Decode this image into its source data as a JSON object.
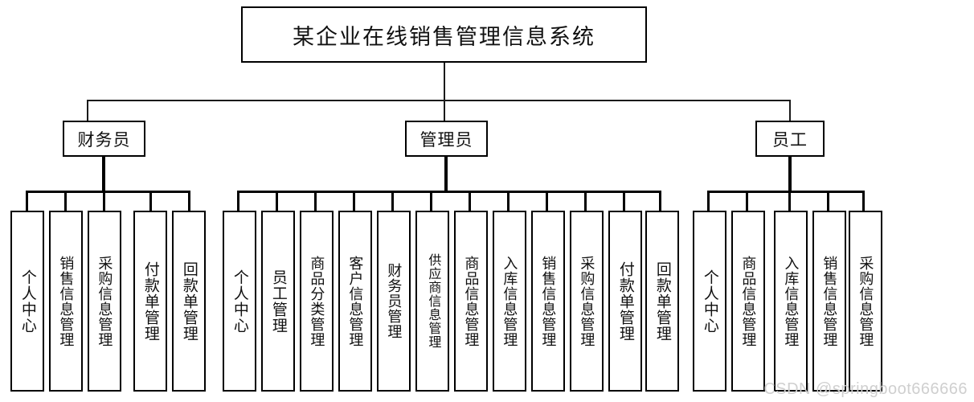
{
  "diagram": {
    "type": "organization-tree",
    "title_box": {
      "label": "某企业在线销售管理信息系统"
    },
    "roles": [
      {
        "id": "finance",
        "label": "财务员"
      },
      {
        "id": "admin",
        "label": "管理员"
      },
      {
        "id": "staff",
        "label": "员工"
      }
    ],
    "groups": [
      {
        "role": "财务员",
        "items": [
          "个人中心",
          "销售信息管理",
          "采购信息管理",
          "付款单管理",
          "回款单管理"
        ]
      },
      {
        "role": "管理员",
        "items": [
          "个人中心",
          "员工管理",
          "商品分类管理",
          "客户信息管理",
          "财务员管理",
          "供应商信息管理",
          "商品信息管理",
          "入库信息管理",
          "销售信息管理",
          "采购信息管理",
          "付款单管理",
          "回款单管理"
        ]
      },
      {
        "role": "员工",
        "items": [
          "个人中心",
          "商品信息管理",
          "入库信息管理",
          "销售信息管理",
          "采购信息管理"
        ]
      }
    ]
  },
  "watermark": {
    "text": "CSDN @springboot666666"
  },
  "colors": {
    "line": "#000000",
    "background": "#ffffff",
    "watermark": "#cfcfcf"
  }
}
